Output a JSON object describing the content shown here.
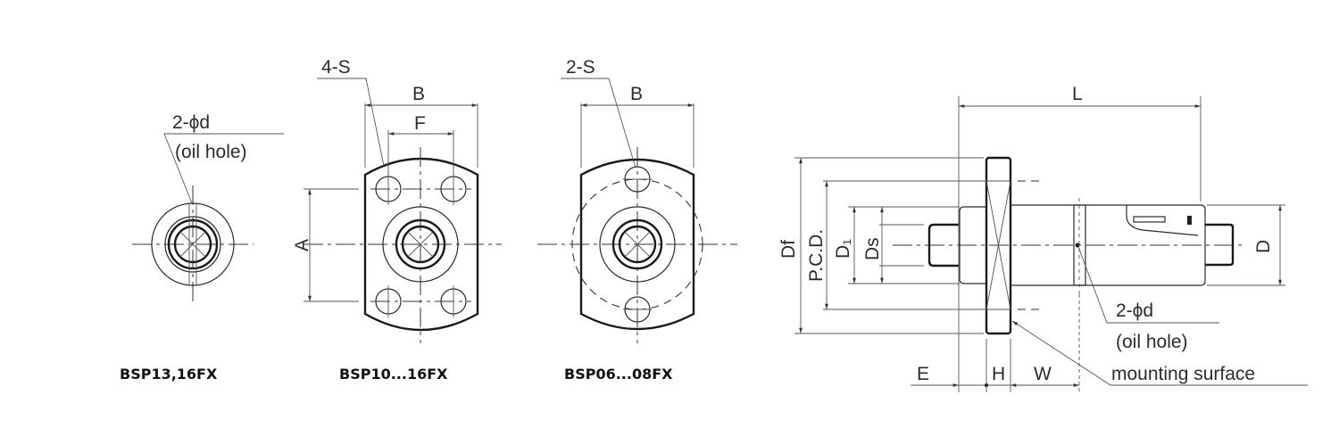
{
  "diagram": {
    "views": [
      {
        "id": "end-view-round",
        "caption": "BSP13,16FX",
        "callouts": {
          "holes": "2-ϕd",
          "holes_note": "(oil hole)"
        }
      },
      {
        "id": "end-view-4hole",
        "caption": "BSP10...16FX",
        "callouts": {
          "screws": "4-S"
        },
        "dimensions": {
          "width": "B",
          "hole_spacing_x": "F",
          "hole_spacing_y": "A"
        }
      },
      {
        "id": "end-view-2hole",
        "caption": "BSP06...08FX",
        "callouts": {
          "screws": "2-S"
        },
        "dimensions": {
          "width": "B"
        }
      },
      {
        "id": "side-view",
        "dimensions": {
          "length": "L",
          "flange_diameter": "Df",
          "pitch_circle": "P.C.D.",
          "d1": "D₁",
          "ds": "Ds",
          "body_diameter": "D",
          "e": "E",
          "h": "H",
          "w": "W"
        },
        "callouts": {
          "holes": "2-ϕd",
          "holes_note": "(oil hole)",
          "mounting": "mounting surface"
        }
      }
    ]
  },
  "colors": {
    "line": "#2a2a2a",
    "text": "#2b2b2b",
    "background": "#ffffff"
  }
}
